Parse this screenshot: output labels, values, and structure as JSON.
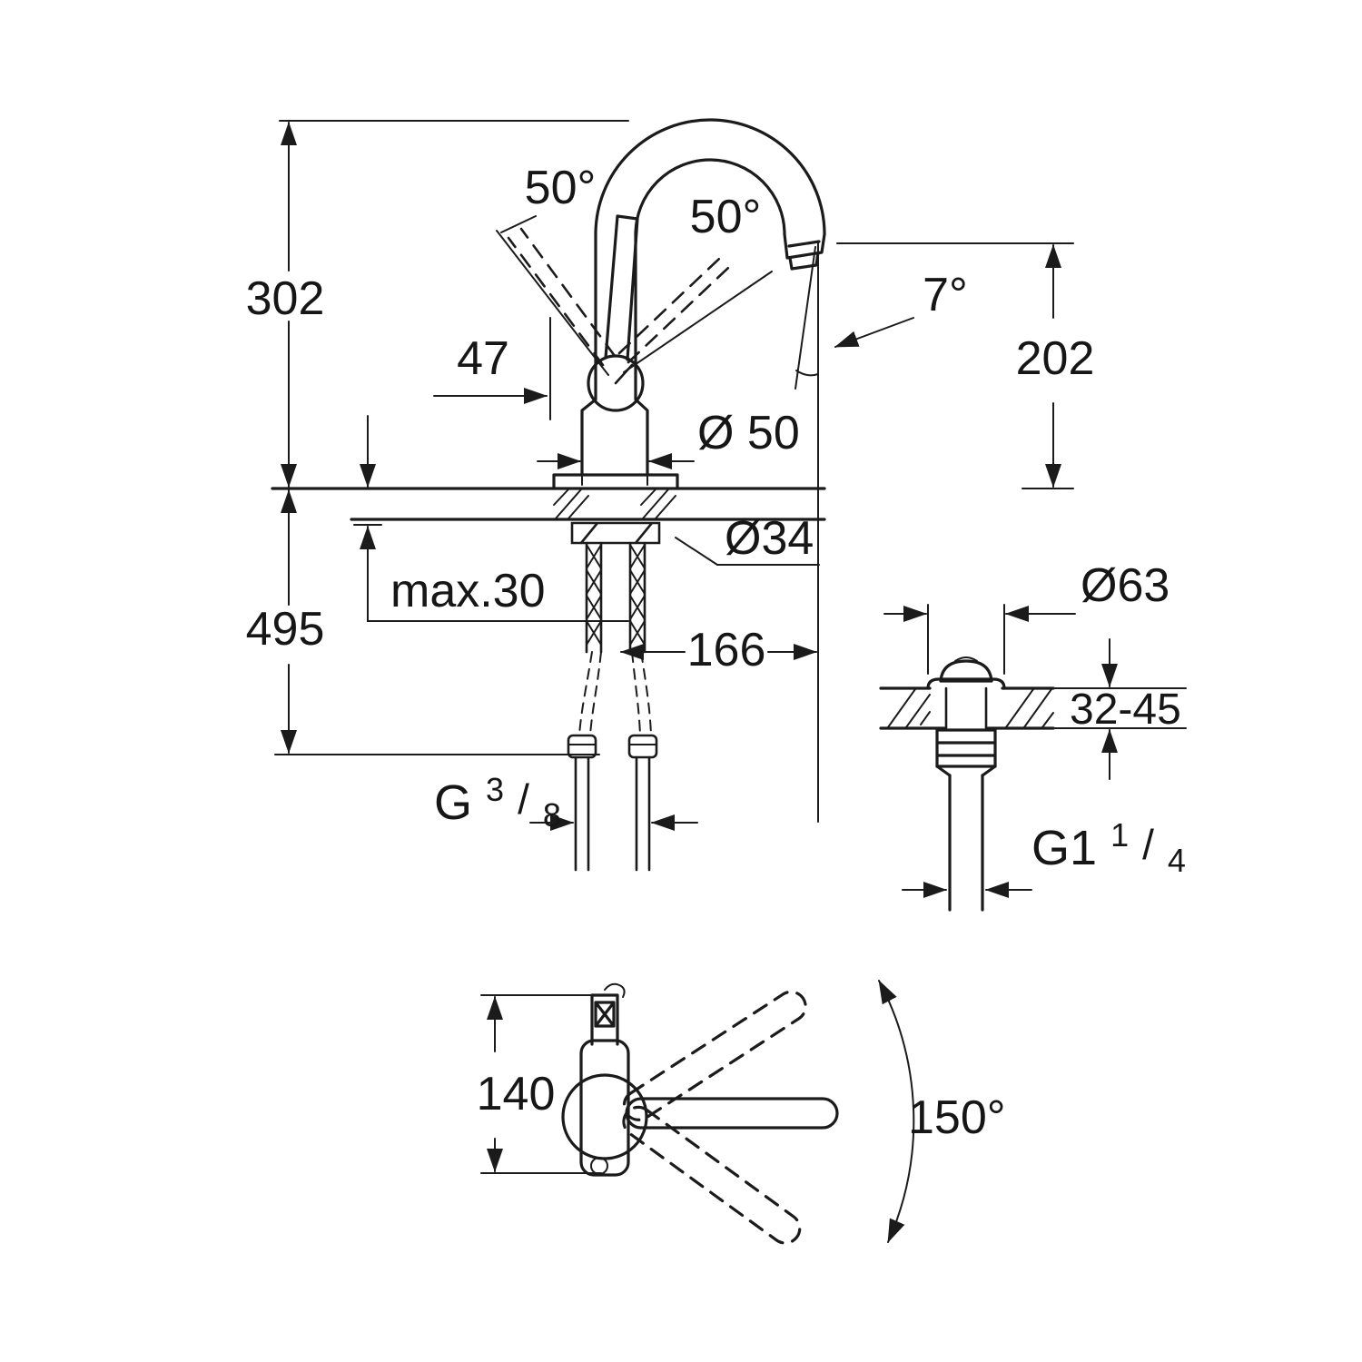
{
  "drawing": {
    "background": "#ffffff",
    "line_color": "#1b1b1b",
    "main_view": {
      "height_total": "302",
      "handle_offset": "47",
      "handle_angle_left": "50°",
      "handle_angle_right": "50°",
      "spout_angle": "7°",
      "spout_height": "202",
      "base_diameter": "Ø 50",
      "hole_diameter": "Ø34",
      "deck_max": "max.30",
      "depth_total": "495",
      "spout_reach": "166",
      "hose_thread_base": "G",
      "hose_thread_num": "3",
      "hose_thread_slash": "/",
      "hose_thread_den": "8"
    },
    "drain_view": {
      "flange_diameter": "Ø63",
      "deck_thickness_range": "32-45",
      "thread_base": "G1",
      "thread_num": "1",
      "thread_slash": "/",
      "thread_den": "4"
    },
    "top_view": {
      "body_depth": "140",
      "swivel_angle": "150°"
    }
  }
}
